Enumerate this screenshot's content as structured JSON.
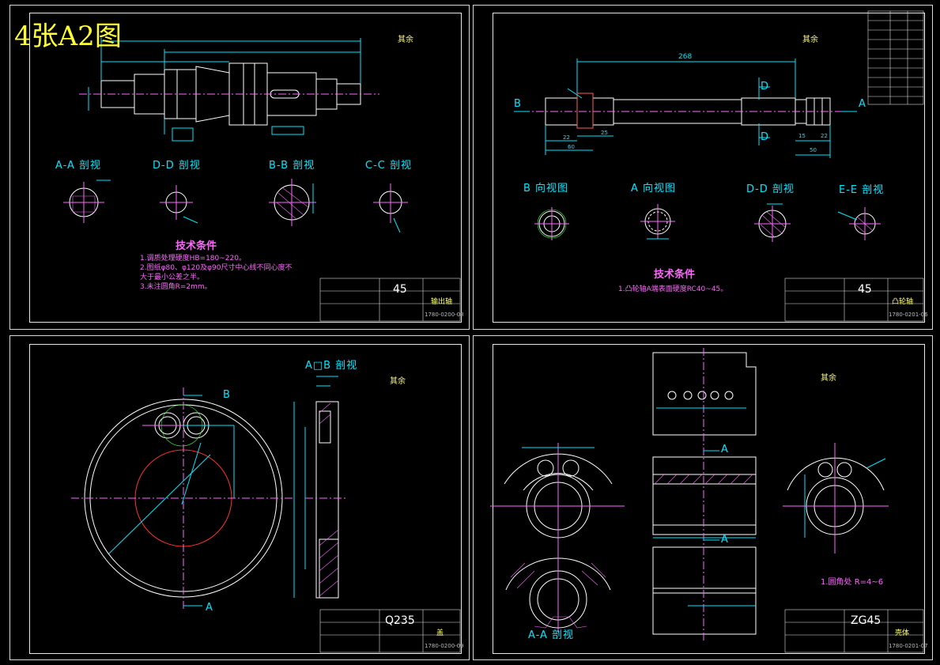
{
  "banner": "4张A2图",
  "sheet1": {
    "sections": [
      "A-A 剖视",
      "D-D 剖视",
      "B-B 剖视",
      "C-C 剖视"
    ],
    "tech_title": "技术条件",
    "tech_notes": [
      "1.调质处理硬度HB=180~220。",
      "2.图纸φ80、φ120及φ90尺寸中心线不同心度不",
      "大于最小公差之半。",
      "3.未注圆角R=2mm。"
    ],
    "rest_symbol": "其余",
    "title_block": {
      "material": "45",
      "name": "输出轴",
      "code": "1780-0200-08"
    }
  },
  "sheet2": {
    "overall_dim": "268",
    "views": [
      "B 向视图",
      "A 向视图",
      "D-D 剖视",
      "E-E 剖视"
    ],
    "tech_title": "技术条件",
    "tech_note": "1.凸轮轴A端表面硬度RC40~45。",
    "rest_symbol": "其余",
    "marks": {
      "b": "B",
      "a": "A",
      "d1": "D",
      "d2": "D"
    },
    "dims": [
      "22",
      "25",
      "60",
      "15",
      "22",
      "50"
    ],
    "title_block": {
      "material": "45",
      "name": "凸轮轴",
      "code": "1780-0201-06"
    }
  },
  "sheet3": {
    "section": "A□B 剖视",
    "marks": {
      "b": "B",
      "a": "A"
    },
    "title_block": {
      "material": "Q235",
      "name": "盖",
      "code": "1780-0200-09"
    }
  },
  "sheet4": {
    "section": "A-A 剖视",
    "rest_symbol": "其余",
    "note": "1.圆角处 R=4~6",
    "marks": {
      "a1": "A",
      "a2": "A"
    },
    "title_block": {
      "material": "ZG45",
      "name": "壳体",
      "code": "1780-0201-07"
    }
  },
  "colors": {
    "cyan": "#00e6ff",
    "magenta": "#ff66ff",
    "yellow": "#ffff33",
    "green": "#33ff33",
    "white": "#ffffff",
    "red": "#ff3333"
  }
}
